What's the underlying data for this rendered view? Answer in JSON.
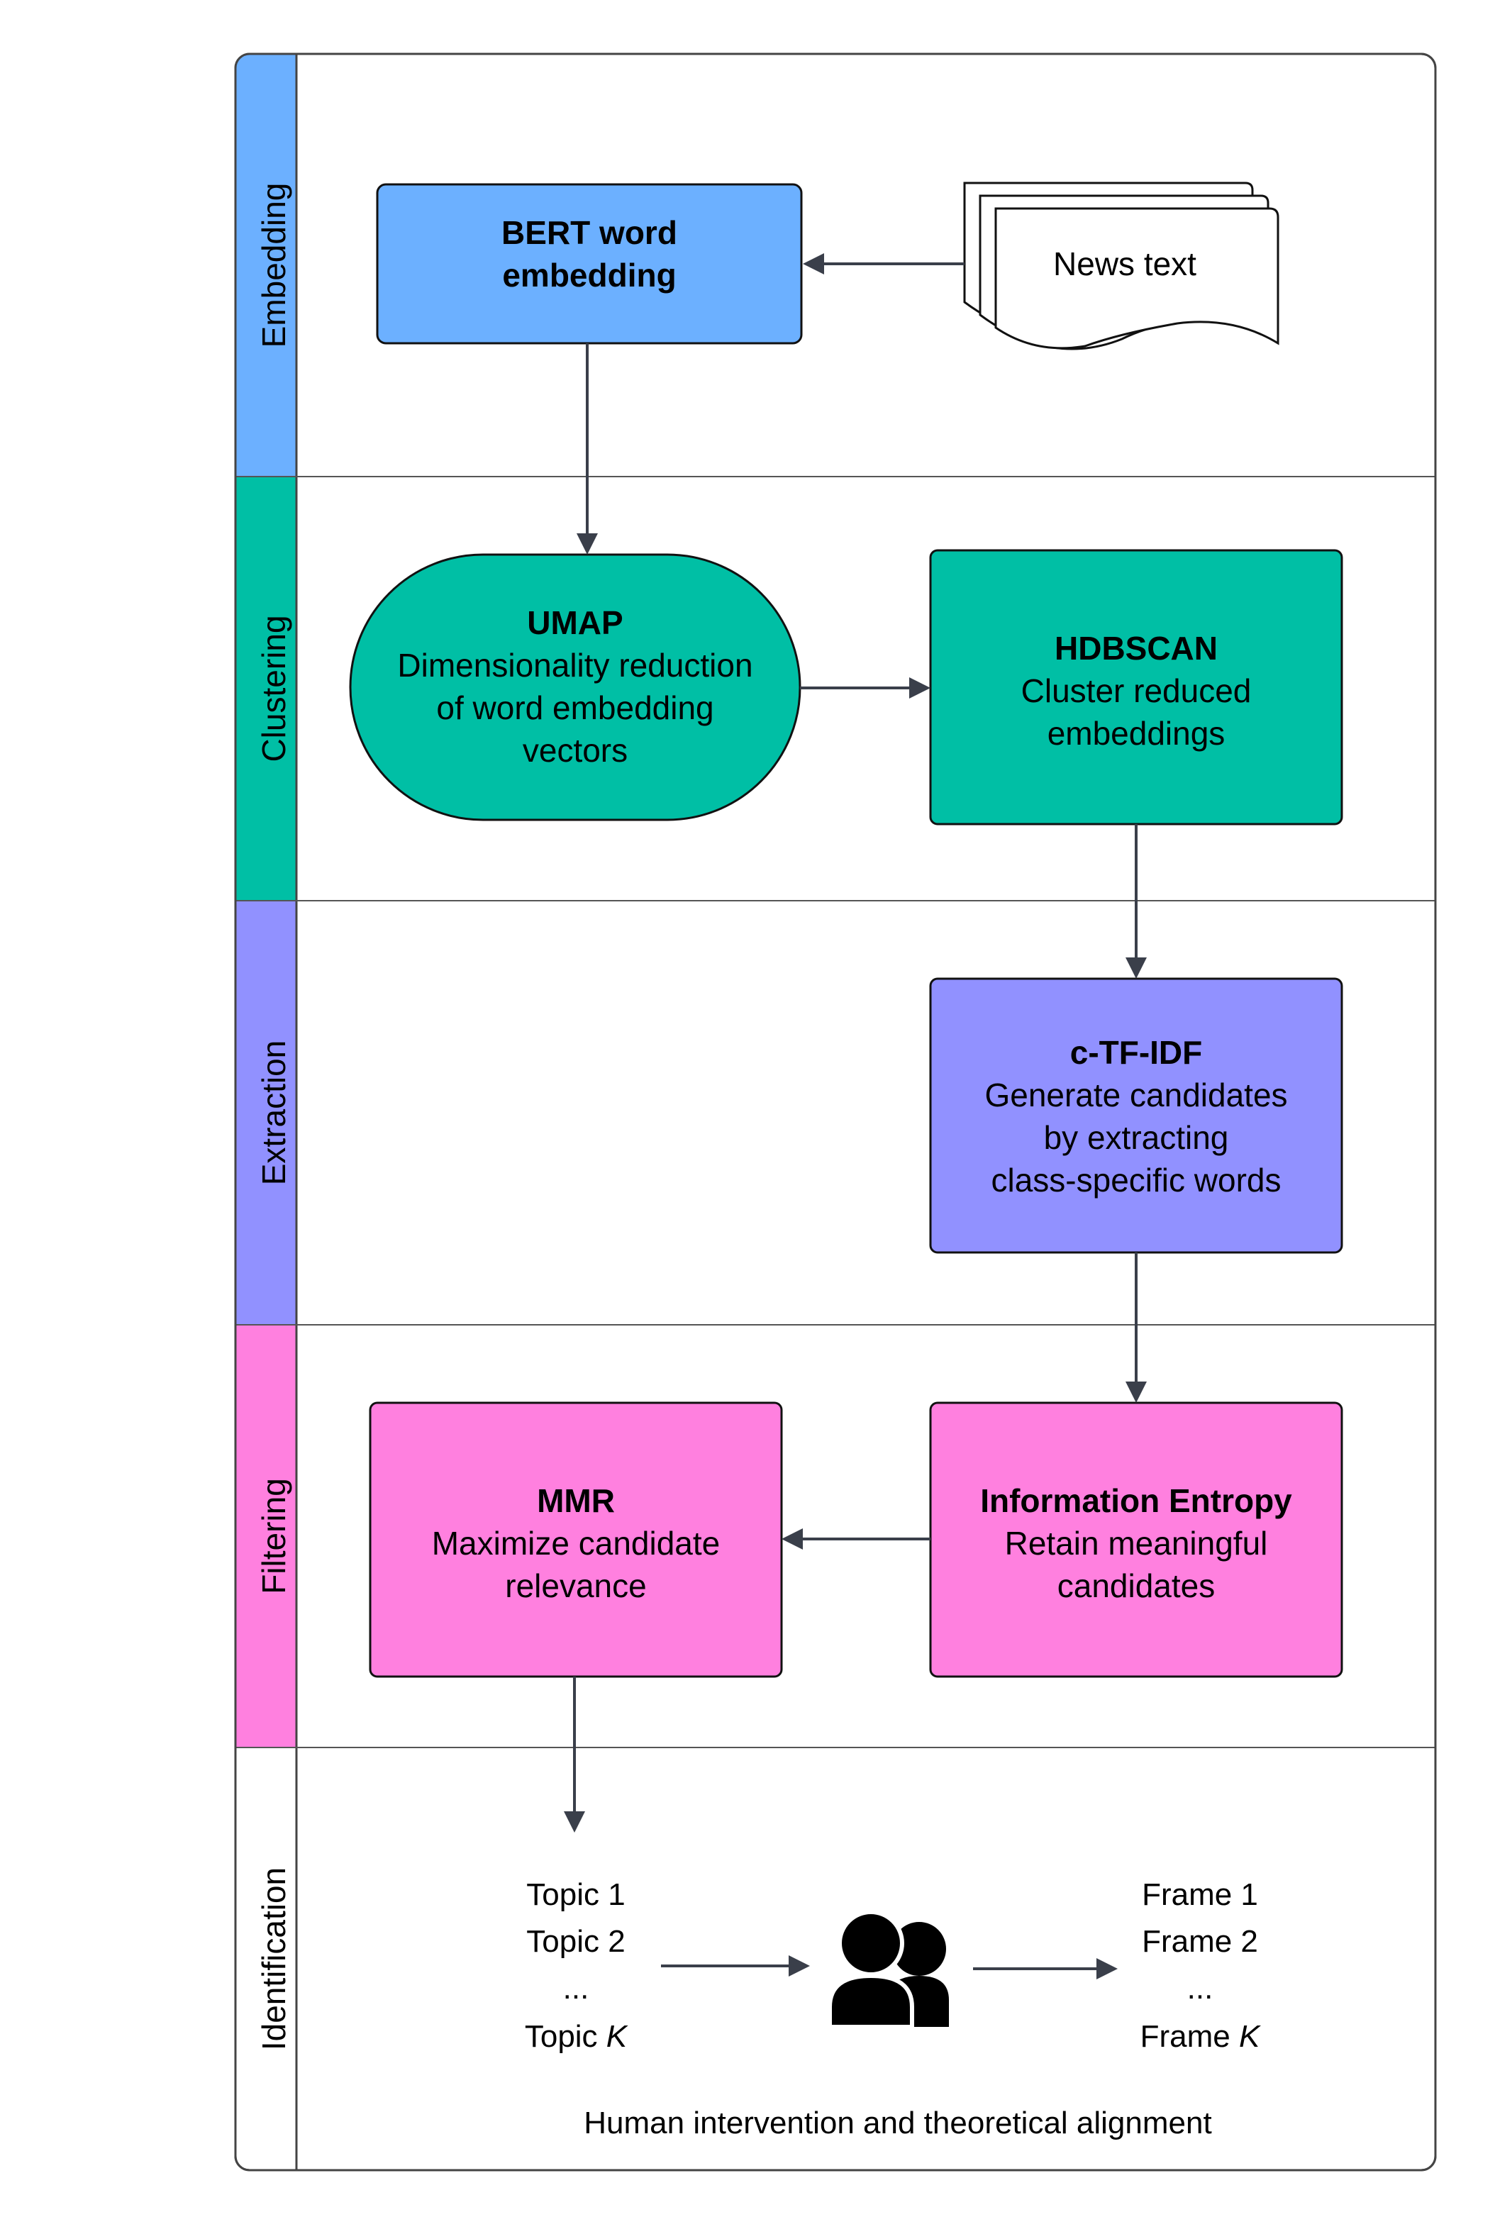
{
  "lanes": [
    {
      "label": "Embedding",
      "color": "#6cb0ff"
    },
    {
      "label": "Clustering",
      "color": "#00bfa5"
    },
    {
      "label": "Extraction",
      "color": "#9191ff"
    },
    {
      "label": "Filtering",
      "color": "#ff80df"
    },
    {
      "label": "Identification",
      "color": "#ffffff"
    }
  ],
  "nodes": {
    "bert": {
      "title": "BERT word",
      "title2": "embedding"
    },
    "news": {
      "text": "News text"
    },
    "umap": {
      "title": "UMAP",
      "line1": "Dimensionality reduction",
      "line2": "of word embedding",
      "line3": "vectors"
    },
    "hdbscan": {
      "title": "HDBSCAN",
      "line1": "Cluster reduced",
      "line2": "embeddings"
    },
    "ctfidf": {
      "title": "c-TF-IDF",
      "line1": "Generate candidates",
      "line2": "by extracting",
      "line3": "class-specific words"
    },
    "entropy": {
      "title": "Information Entropy",
      "line1": "Retain meaningful",
      "line2": "candidates"
    },
    "mmr": {
      "title": "MMR",
      "line1": "Maximize candidate",
      "line2": "relevance"
    }
  },
  "topics": {
    "items": [
      "Topic 1",
      "Topic 2",
      "..."
    ],
    "last_prefix": "Topic ",
    "last_var": "K"
  },
  "frames": {
    "items": [
      "Frame 1",
      "Frame 2",
      "..."
    ],
    "last_prefix": "Frame ",
    "last_var": "K"
  },
  "people_icon": "people-icon",
  "caption": "Human intervention and theoretical alignment",
  "colors": {
    "embedding": "#6cb0ff",
    "clustering": "#00bfa5",
    "extraction": "#9191ff",
    "filtering": "#ff80df",
    "arrow": "#3a3f4a",
    "border": "#333333"
  }
}
